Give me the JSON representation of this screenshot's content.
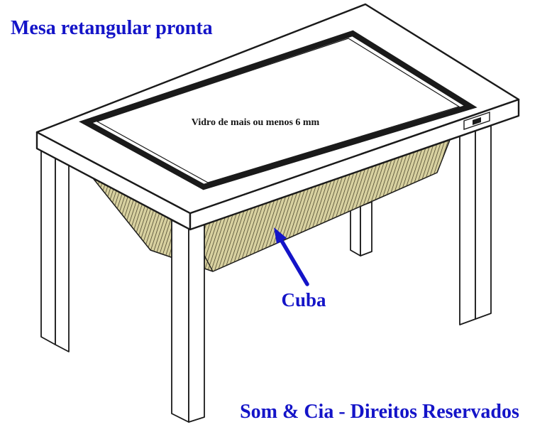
{
  "title": "Mesa retangular pronta",
  "diagram": {
    "glass_label": "Vidro de mais ou menos 6 mm",
    "basin_label": "Cuba"
  },
  "footer": "Som & Cia - Direitos Reservados",
  "colors": {
    "text_blue": "#1414c8",
    "arrow_blue": "#1414c8",
    "line_color": "#1a1a1a",
    "basin_fill": "#d8d1a0",
    "hatch_color": "#3b3520",
    "background": "#ffffff"
  }
}
